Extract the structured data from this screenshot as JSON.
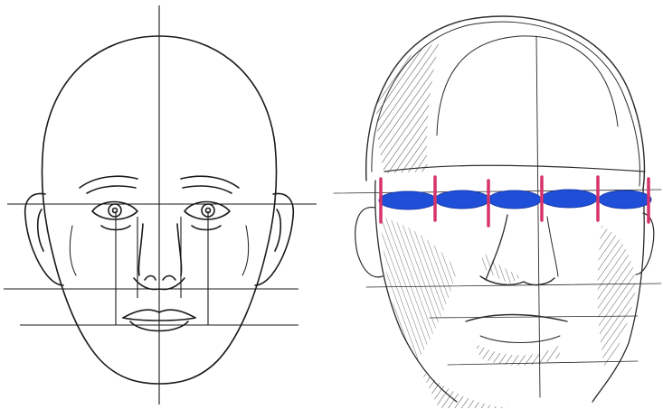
{
  "figure": {
    "panels": [
      {
        "id": "left",
        "kind": "line-drawing"
      },
      {
        "id": "right",
        "kind": "pencil-sketch"
      }
    ],
    "colors": {
      "ink": "#1a1a1a",
      "background": "#ffffff",
      "eye_measure_fill": "#1f4fd8",
      "eye_measure_ticks": "#d6336c",
      "hatching": "#2b2b2b"
    },
    "eye_width_segments_shown": 5,
    "tick_marks_shown": 6
  }
}
